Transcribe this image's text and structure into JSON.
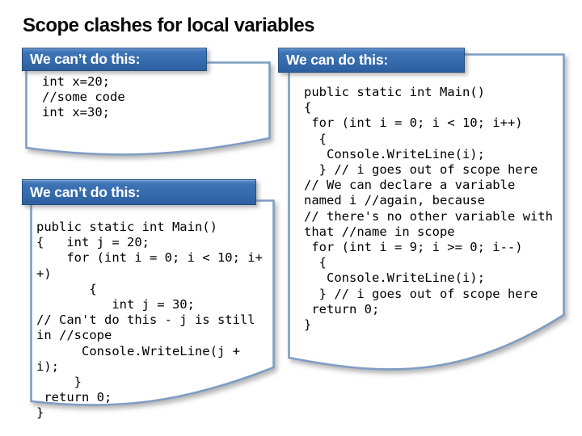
{
  "slide": {
    "title": "Scope clashes for local variables"
  },
  "colors": {
    "header_blue_top": "#4a80bd",
    "header_blue_bottom": "#2c5f9e",
    "header_border": "#27507f",
    "box_border": "#7f9dc3",
    "box_fill": "#ffffff",
    "header_text": "#ffffff",
    "code_text": "#000000",
    "title_text": "#0a0a0a",
    "background": "#ffffff"
  },
  "panels": [
    {
      "header": "We can’t do this:",
      "code": "int x=20;\n//some code\nint x=30;"
    },
    {
      "header": "We can’t do this:",
      "code": "public static int Main()\n{   int j = 20;\n    for (int i = 0; i < 10; i+\n+)\n       {\n          int j = 30;\n// Can't do this - j is still\nin //scope\n      Console.WriteLine(j +\ni);\n     }\n return 0;\n}"
    },
    {
      "header": "We can do this:",
      "code": "public static int Main()\n{\n for (int i = 0; i < 10; i++)\n  {\n   Console.WriteLine(i);\n  } // i goes out of scope here\n// We can declare a variable\nnamed i //again, because\n// there's no other variable with\nthat //name in scope\n for (int i = 9; i >= 0; i--)\n  {\n   Console.WriteLine(i);\n  } // i goes out of scope here\n return 0;\n}"
    }
  ]
}
